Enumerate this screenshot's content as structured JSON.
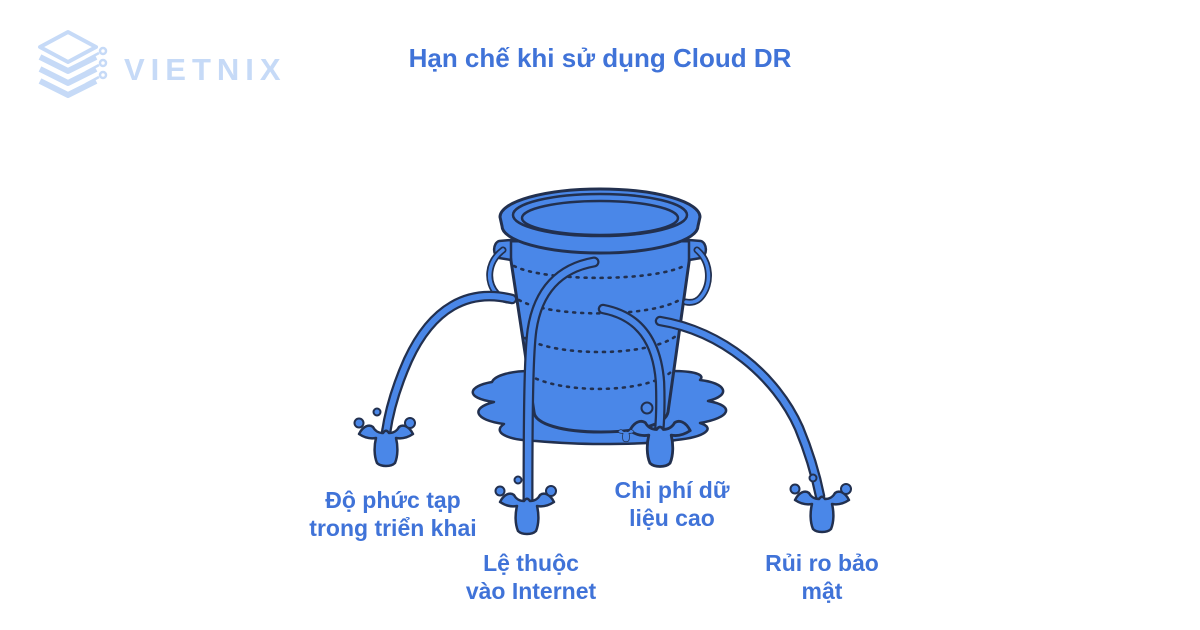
{
  "theme": {
    "accent": "#4073d8",
    "bucket": "#4a87e8",
    "outline": "#22304f",
    "logo": "#c6daf7",
    "bg": "#ffffff"
  },
  "brand": {
    "name": "VIETNIX",
    "icon": "stacked-layers-logo-icon"
  },
  "title": {
    "text": "Hạn chế khi sử dụng Cloud DR"
  },
  "illustration": {
    "type": "leaking-bucket-with-four-streams",
    "elements": [
      "bucket",
      "puddle",
      "water-streams",
      "splashes",
      "droplets"
    ]
  },
  "limitations": [
    {
      "id": "deployment-complexity",
      "label": "Độ phức tạp trong triển khai",
      "lines": [
        "Độ phức tạp",
        "trong triển khai"
      ]
    },
    {
      "id": "internet-dependency",
      "label": "Lệ thuộc vào Internet",
      "lines": [
        "Lệ thuộc",
        "vào Internet"
      ]
    },
    {
      "id": "high-data-cost",
      "label": "Chi phí dữ liệu cao",
      "lines": [
        "Chi phí dữ",
        "liệu cao"
      ]
    },
    {
      "id": "security-risk",
      "label": "Rủi ro bảo mật",
      "lines": [
        "Rủi ro bảo",
        "mật"
      ]
    }
  ]
}
